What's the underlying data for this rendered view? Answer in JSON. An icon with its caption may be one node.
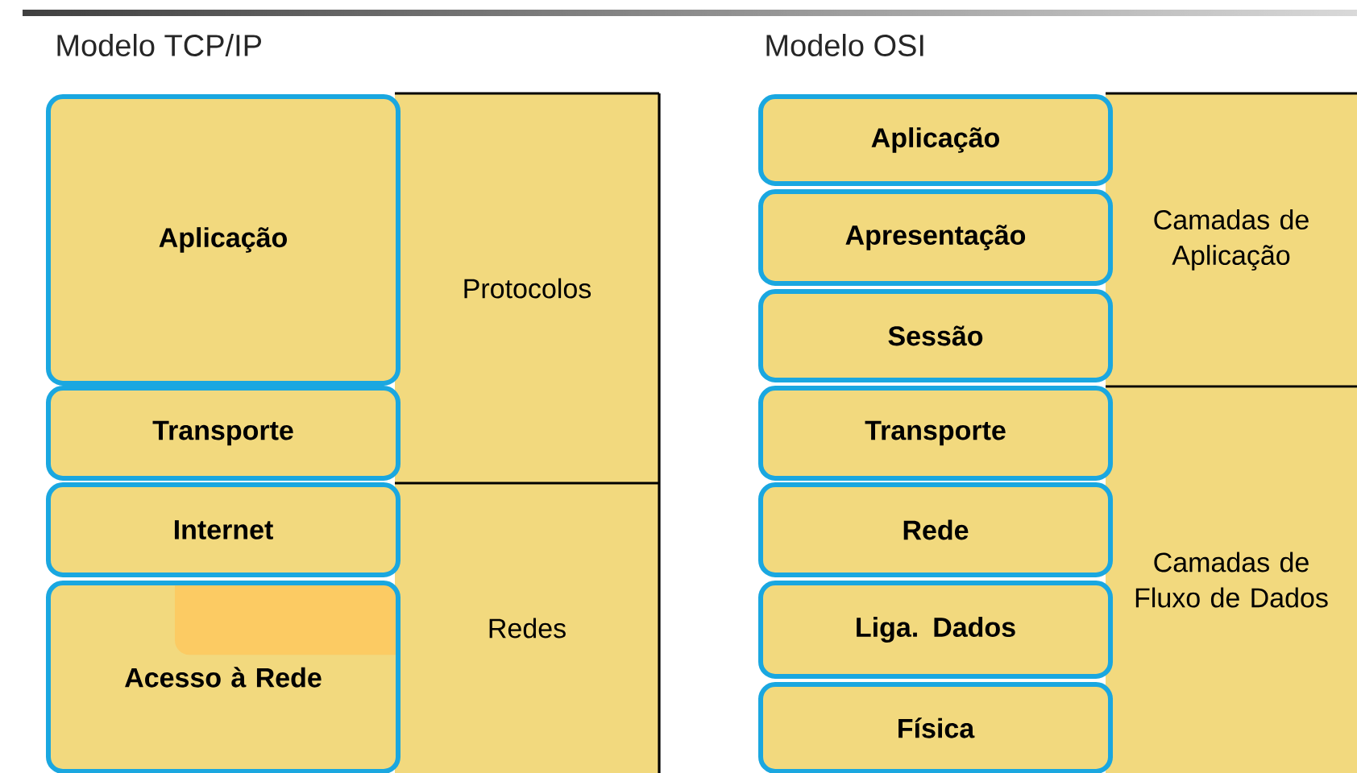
{
  "diagram": {
    "nodes": [
      {
        "text": [
          "Aplicação"
        ]
      },
      {
        "text": [
          "Transporte"
        ]
      },
      {
        "text": [
          "Internet"
        ]
      },
      {
        "text": [
          "Acesso à Rede"
        ]
      },
      {
        "text": [
          "Protocolos"
        ]
      },
      {
        "text": [
          "Redes"
        ]
      },
      {
        "text": [
          "Aplicação"
        ]
      },
      {
        "text": [
          "Apresentação"
        ]
      },
      {
        "text": [
          "Sessão"
        ]
      },
      {
        "text": [
          "Transporte"
        ]
      },
      {
        "text": [
          "Rede"
        ]
      },
      {
        "text": [
          "Liga. Dados"
        ]
      },
      {
        "text": [
          "Física"
        ]
      },
      {
        "text": [
          "Camadas de Aplicação"
        ]
      },
      {
        "text": [
          "Camadas de Fluxo de Dados"
        ]
      }
    ],
    "labels": [
      "Modelo TCP/IP",
      "Modelo OSI"
    ]
  }
}
